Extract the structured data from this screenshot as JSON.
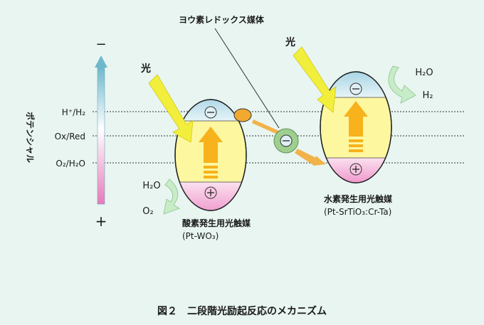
{
  "diagram": {
    "mediator_label": "ヨウ素レドックス媒体",
    "axis_label": "ポテンシャル",
    "axis_minus": "−",
    "axis_plus": "+",
    "levels": {
      "h_plus_h2": "H⁺/H₂",
      "ox_red": "Ox/Red",
      "o2_h2o": "O₂/H₂O"
    },
    "light_label": "光",
    "electron_symbol": "⊖",
    "hole_symbol": "⊕",
    "o2_catalyst": {
      "name": "酸素発生用光触媒",
      "formula": "(Pt-WO₃)",
      "reactant": "H₂O",
      "product": "O₂"
    },
    "h2_catalyst": {
      "name": "水素発生用光触媒",
      "formula": "(Pt-SrTiO₃:Cr-Ta)",
      "reactant": "H₂O",
      "product": "H₂"
    },
    "caption": "図２　二段階光励起反応のメカニズム"
  },
  "colors": {
    "background": "#e8f5f1",
    "particle_fill": "#fdf7a0",
    "conduction_band": "#bfe0ea",
    "valence_band": "#f3a8d4",
    "arrow_orange": "#f7b21c",
    "light_ray": "#f2ee3c",
    "mediator_green": "#9fcf8e",
    "cocatalyst": "#f2a930",
    "reaction_arrow": "#c8ecc8"
  }
}
